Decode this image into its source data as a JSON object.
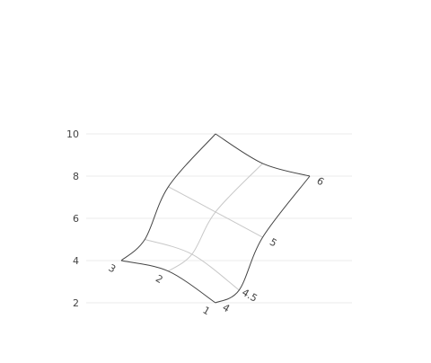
{
  "chart_data": {
    "type": "carpet",
    "y_axis": {
      "ticks": [
        "2",
        "4",
        "6",
        "8",
        "10"
      ],
      "ylim": [
        2,
        10
      ],
      "grid": true
    },
    "a_axis": {
      "values": [
        4,
        4.5,
        5,
        6
      ],
      "labels": [
        {
          "text": "4",
          "a": 4
        },
        {
          "text": "4.5",
          "a": 4.5
        },
        {
          "text": "5",
          "a": 5
        },
        {
          "text": "6",
          "a": 6
        }
      ]
    },
    "b_axis": {
      "values": [
        1,
        2,
        3
      ],
      "labels": [
        {
          "text": "1",
          "b": 1
        },
        {
          "text": "2",
          "b": 2
        },
        {
          "text": "3",
          "b": 3
        }
      ]
    },
    "points": [
      {
        "a": 4,
        "b": 1,
        "y": 2.0
      },
      {
        "a": 4.5,
        "b": 1,
        "y": 2.6
      },
      {
        "a": 5,
        "b": 1,
        "y": 5.1
      },
      {
        "a": 6,
        "b": 1,
        "y": 8.0
      },
      {
        "a": 4,
        "b": 2,
        "y": 3.5
      },
      {
        "a": 4.5,
        "b": 2,
        "y": 4.3
      },
      {
        "a": 5,
        "b": 2,
        "y": 6.3
      },
      {
        "a": 6,
        "b": 2,
        "y": 8.6
      },
      {
        "a": 4,
        "b": 3,
        "y": 4.0
      },
      {
        "a": 4.5,
        "b": 3,
        "y": 5.0
      },
      {
        "a": 5,
        "b": 3,
        "y": 7.5
      },
      {
        "a": 6,
        "b": 3,
        "y": 10.0
      }
    ]
  }
}
